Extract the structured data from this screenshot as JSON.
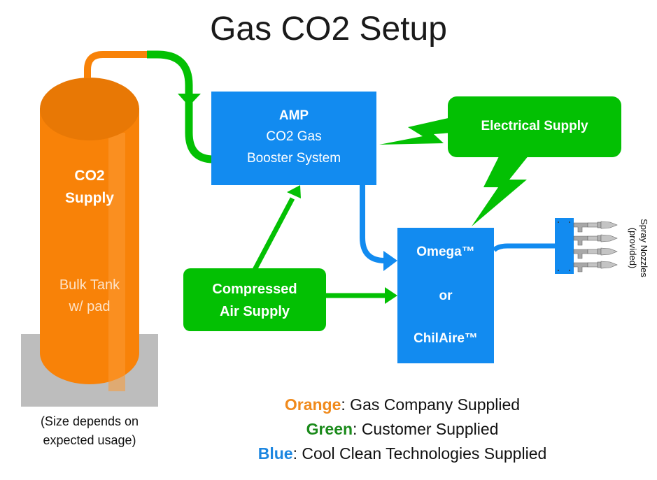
{
  "title": "Gas CO2 Setup",
  "colors": {
    "orange": "#f88208",
    "orange_dark": "#e87805",
    "green": "#03c003",
    "legend_green": "#1a8a1a",
    "blue": "#128bf0",
    "pad_gray": "#bdbdbd",
    "nozzle_gray": "#a8a8a8"
  },
  "nodes": {
    "tank": {
      "line1": "CO2",
      "line2": "Supply",
      "line3": "Bulk Tank",
      "line4": "w/ pad",
      "caption1": "(Size depends on",
      "caption2": "expected usage)"
    },
    "amp": {
      "line1": "AMP",
      "line2": "CO2 Gas",
      "line3": "Booster System"
    },
    "electrical": {
      "label": "Electrical Supply"
    },
    "compressed_air": {
      "line1": "Compressed",
      "line2": "Air Supply"
    },
    "omega": {
      "line1": "Omega™",
      "line2": "or",
      "line3": "ChilAire™"
    },
    "nozzles": {
      "line1": "Spray Nozzles",
      "line2": "(provided)",
      "count": 4
    }
  },
  "edges": [
    {
      "from": "tank",
      "to": "amp",
      "colors": [
        "orange",
        "green"
      ]
    },
    {
      "from": "compressed_air",
      "to": "amp",
      "color": "green"
    },
    {
      "from": "compressed_air",
      "to": "omega",
      "color": "green"
    },
    {
      "from": "amp",
      "to": "omega",
      "color": "blue"
    },
    {
      "from": "electrical",
      "to": "amp",
      "type": "lightning"
    },
    {
      "from": "electrical",
      "to": "omega",
      "type": "lightning"
    },
    {
      "from": "omega",
      "to": "nozzles",
      "color": "blue"
    }
  ],
  "legend": [
    {
      "key": "Orange",
      "text": ": Gas Company Supplied",
      "color": "#f08a1c"
    },
    {
      "key": "Green",
      "text": ": Customer Supplied",
      "color": "#1a8a1a"
    },
    {
      "key": "Blue",
      "text": ": Cool Clean Technologies Supplied",
      "color": "#1c86e0"
    }
  ]
}
